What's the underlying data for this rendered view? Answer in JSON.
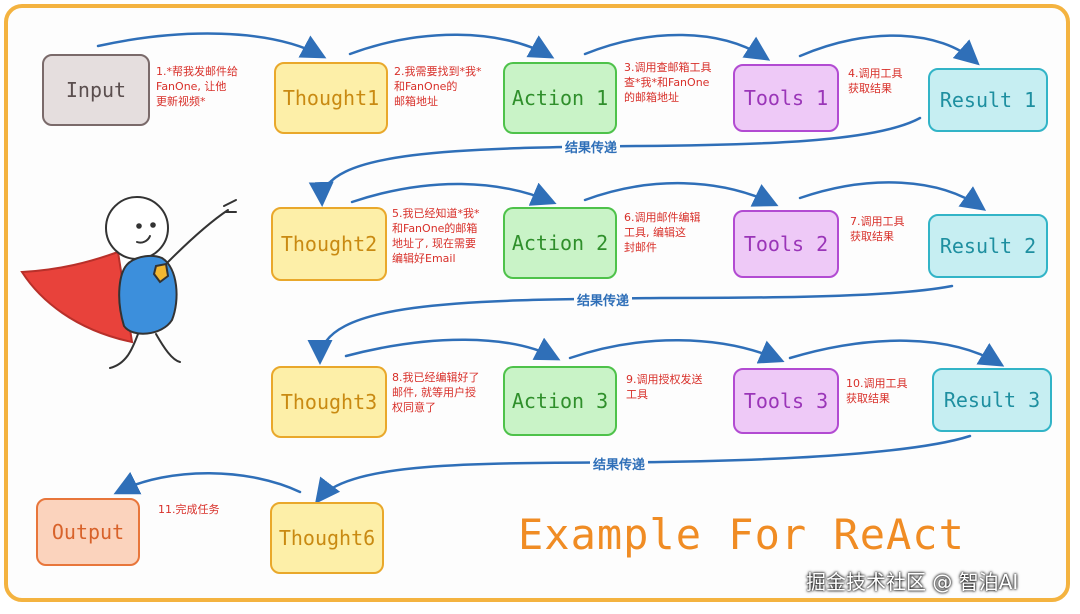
{
  "nodes": {
    "input": "Input",
    "thought1": "Thought1",
    "action1": "Action 1",
    "tools1": "Tools 1",
    "result1": "Result 1",
    "thought2": "Thought2",
    "action2": "Action 2",
    "tools2": "Tools 2",
    "result2": "Result 2",
    "thought3": "Thought3",
    "action3": "Action 3",
    "tools3": "Tools 3",
    "result3": "Result 3",
    "thought6": "Thought6",
    "output": "Output"
  },
  "notes": {
    "n1": "1.*帮我发邮件给\nFanOne, 让他\n更新视频*",
    "n2": "2.我需要找到*我*\n和FanOne的\n邮箱地址",
    "n3": "3.调用查邮箱工具\n查*我*和FanOne\n的邮箱地址",
    "n4": "4.调用工具\n获取结果",
    "n5": "5.我已经知道*我*\n和FanOne的邮箱\n地址了, 现在需要\n编辑好Email",
    "n6": "6.调用邮件编辑\n工具, 编辑这\n封邮件",
    "n7": "7.调用工具\n获取结果",
    "n8": "8.我已经编辑好了\n邮件, 就等用户授\n权同意了",
    "n9": "9.调用授权发送\n工具",
    "n10": "10.调用工具\n获取结果",
    "n11": "11.完成任务"
  },
  "pass_labels": {
    "p1": "结果传递",
    "p2": "结果传递",
    "p3": "结果传递"
  },
  "title": "Example For ReAct",
  "watermark": "掘金技术社区 @ 智泊AI",
  "colors": {
    "frame": "#f4b340",
    "arrow": "#2f6fb8",
    "note": "#d8302a",
    "title": "#f08c24"
  }
}
